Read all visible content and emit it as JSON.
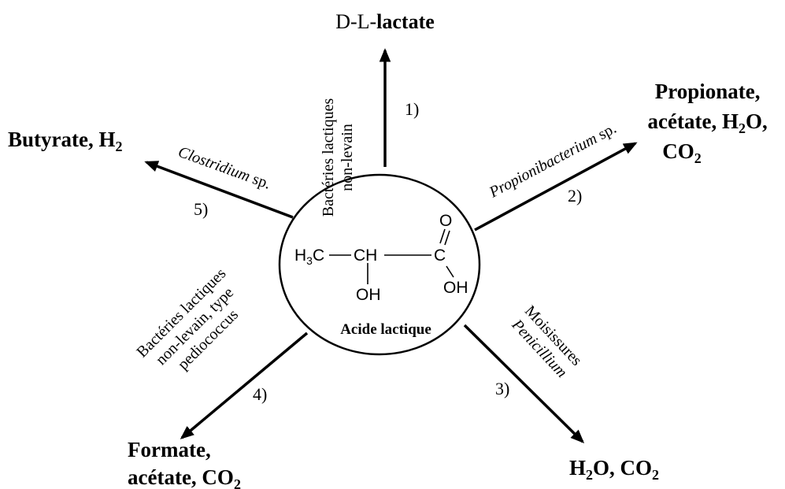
{
  "center": {
    "name": "Acide lactique",
    "formula": {
      "h3c": "H3C",
      "ch": "CH",
      "c": "C",
      "o": "O",
      "oh_bottom": "OH",
      "oh_right": "OH"
    }
  },
  "pathways": [
    {
      "number": "1)",
      "organism_lines": [
        "Bactéries lactiques",
        "non-levain"
      ],
      "product_prefix": "D-L-",
      "product": "lactate"
    },
    {
      "number": "2)",
      "organism": "Propionibacterium",
      "organism_suffix": " sp.",
      "product_lines": [
        "Propionate,",
        "acétate, H2O,",
        "CO2"
      ]
    },
    {
      "number": "3)",
      "organism_lines": [
        "Moisissures",
        "Penicillium"
      ],
      "product": "H2O, CO2"
    },
    {
      "number": "4)",
      "organism_lines": [
        "Bactéries lactiques",
        "non-levain, type",
        "pediococcus"
      ],
      "product_lines": [
        "Formate,",
        "acétate, CO2"
      ]
    },
    {
      "number": "5)",
      "organism": "Clostridium",
      "organism_suffix": " sp.",
      "product": "Butyrate, H2"
    }
  ]
}
